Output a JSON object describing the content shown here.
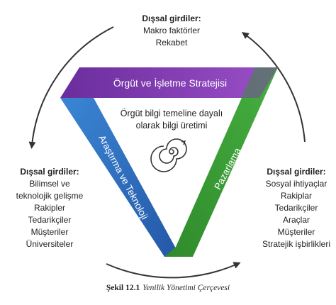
{
  "top_block": {
    "title": "Dışsal girdiler:",
    "lines": [
      "Makro faktörler",
      "Rekabet"
    ]
  },
  "left_block": {
    "title": "Dışsal girdiler:",
    "lines": [
      "Bilimsel ve",
      "teknolojik gelişme",
      "Rakipler",
      "Tedarikçiler",
      "Müşteriler",
      "Üniversiteler"
    ]
  },
  "right_block": {
    "title": "Dışsal girdiler:",
    "lines": [
      "Sosyal ihtiyaçlar",
      "Rakiplar",
      "Tedarikçiler",
      "Araçlar",
      "Müşteriler",
      "Stratejik işbirlikleri"
    ]
  },
  "bands": {
    "top": "Örgüt ve İşletme Stratejisi",
    "left": "Araştırma ve Teknoloji",
    "right": "Pazarlama"
  },
  "center": {
    "lines": [
      "Örgüt bilgi temeline dayalı",
      "olarak bilgi üretimi"
    ]
  },
  "colors": {
    "purple": "#8a3fb8",
    "purple_dark": "#5e2a86",
    "blue": "#2f6fc0",
    "blue_dark": "#1f4f8f",
    "green": "#3fa13a",
    "green_dark": "#2a7428",
    "arrow": "#333333"
  },
  "caption": {
    "label": "Şekil 12.1",
    "text": "Yenilik Yönetimi Çerçevesi"
  }
}
